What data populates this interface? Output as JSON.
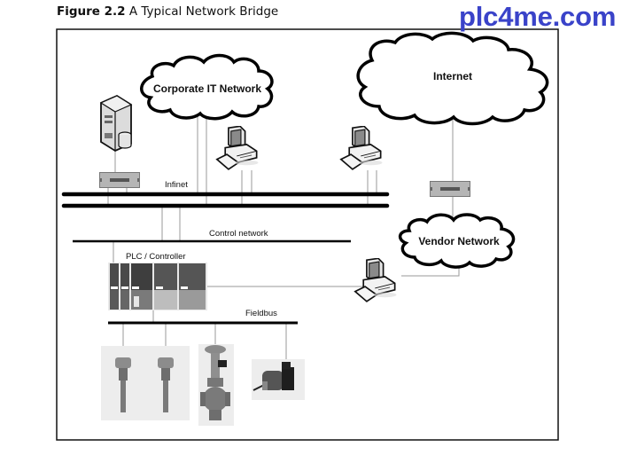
{
  "figure": {
    "number_label": "Figure 2.2",
    "title": "A Typical Network Bridge"
  },
  "watermark": "plc4me.com",
  "clouds": {
    "corporate": "Corporate IT Network",
    "internet": "Internet",
    "vendor": "Vendor Network"
  },
  "networks": {
    "infinet": "Infinet",
    "control": "Control network",
    "fieldbus": "Fieldbus"
  },
  "devices": {
    "plc": "PLC / Controller"
  },
  "icons": {
    "server": "server-icon",
    "workstation": "workstation-icon",
    "bridge": "network-bridge-icon",
    "plc": "plc-rack-icon",
    "transmitter": "transmitter-icon",
    "valve": "control-valve-icon",
    "motor": "motor-icon"
  }
}
